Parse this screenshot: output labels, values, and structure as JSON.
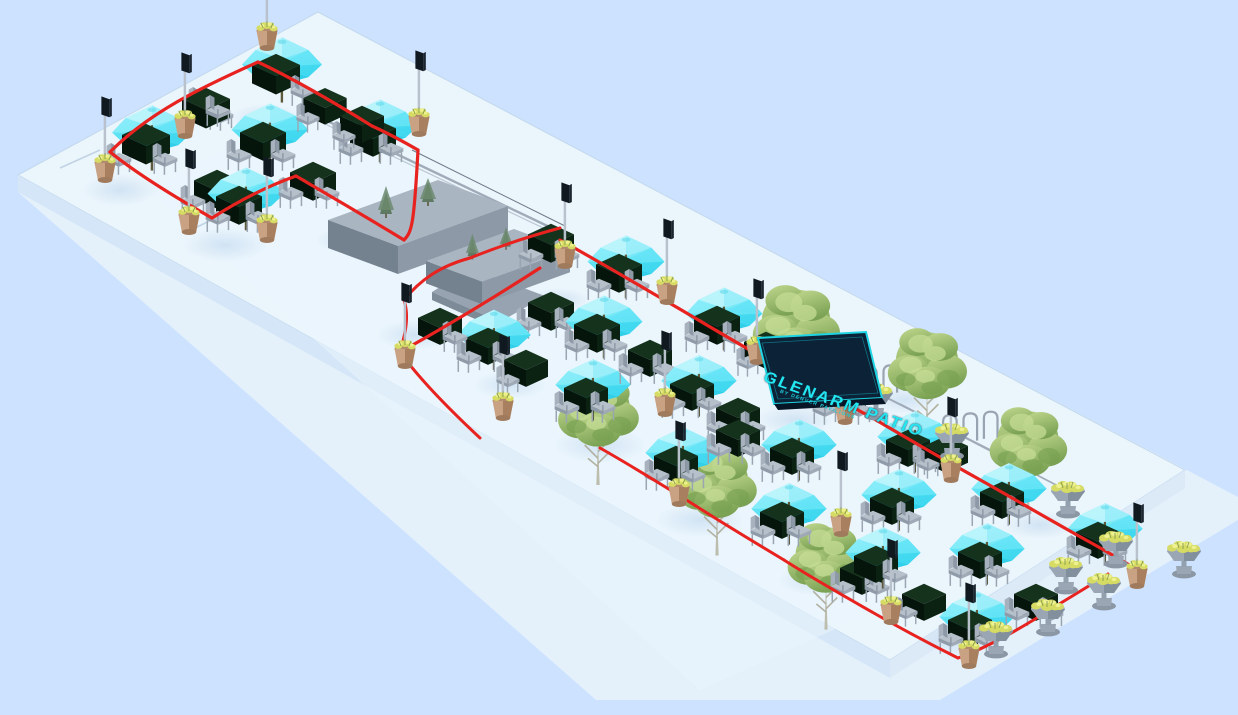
{
  "scene": {
    "title": "Glenarm Patio",
    "view": "isometric-3d-rendering",
    "background_color": "#cce2ff",
    "plaza_color": "#e3f0fb",
    "plaza_shade_color": "#d6e8f8"
  },
  "signage": {
    "banner_title": "GLENARM PATIO",
    "banner_subtitle": "BY DENVER PAVILIONS",
    "banner_bg_color": "#0c2236",
    "banner_text_color": "#23e6f0",
    "banner_border_color": "#1fd4e3"
  },
  "palette": {
    "umbrella_canopy": "#5ae8f7",
    "umbrella_canopy_light": "#a8f2fb",
    "umbrella_canopy_dark": "#2fd3ec",
    "table_top": "#0e2a17",
    "table_side": "#08190e",
    "chair_gray": "#aeb8c4",
    "chair_gray_dark": "#8d98a6",
    "planter_terracotta": "#c9a183",
    "planter_terracotta_dark": "#a87f62",
    "planter_stone": "#9aa6b2",
    "planter_stone_dark": "#7f8b98",
    "flower_yellow": "#d9dd5c",
    "flower_yellow_light": "#eef08a",
    "rope_red": "#e8221f",
    "pole_gray": "#b9c2cc",
    "sign_panel_black": "#101820",
    "concrete_box": "#8d99a6",
    "concrete_box_light": "#a6b2bd",
    "shrub_dark_green": "#5f7a62",
    "tree_green": "#a8c57a",
    "tree_green_dark": "#7da256",
    "tree_trunk": "#b9b9a8",
    "railing_gray": "#9fabb8",
    "shadow_blue": "#bdd6ee"
  },
  "legend": {
    "elements": [
      {
        "name": "umbrella",
        "label": "Cyan patio umbrella",
        "count": 24
      },
      {
        "name": "table",
        "label": "Dark green cafe table",
        "count": 38
      },
      {
        "name": "chair",
        "label": "Gray metal cafe chair",
        "count": 76
      },
      {
        "name": "terracotta-planter",
        "label": "Terracotta planter with sign pole",
        "count": 18
      },
      {
        "name": "stone-urn-planter",
        "label": "Stone urn planter with yellow flowers",
        "count": 9
      },
      {
        "name": "rope-barrier",
        "label": "Red rope barrier",
        "count": 1
      },
      {
        "name": "concrete-planter-box",
        "label": "Concrete planter bench with shrubs",
        "count": 2
      },
      {
        "name": "tree",
        "label": "Deciduous shade tree",
        "count": 6
      },
      {
        "name": "handrail",
        "label": "Metal handrail",
        "count": 2
      },
      {
        "name": "ramp",
        "label": "Accessible ramp",
        "count": 1
      }
    ]
  }
}
